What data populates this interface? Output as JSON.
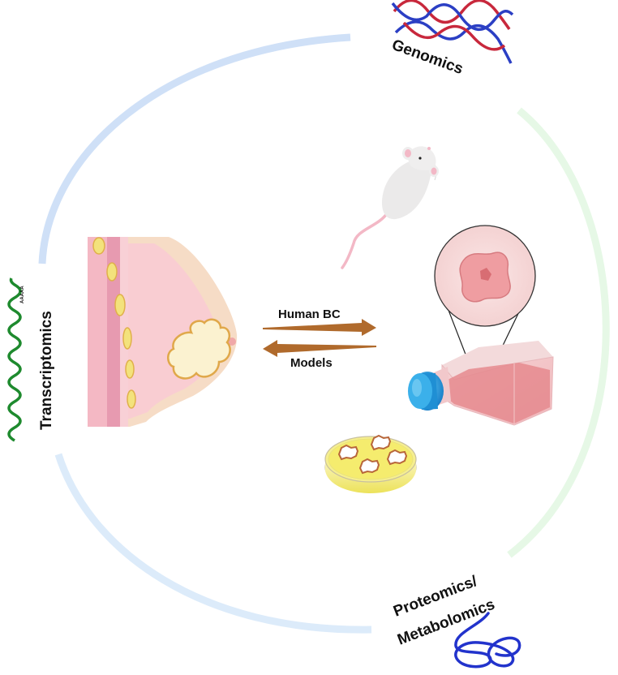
{
  "labels": {
    "genomics": "Genomics",
    "transcriptomics": "Transcriptomics",
    "proteomics_line1": "Proteomics/",
    "proteomics_line2": "Metabolomics",
    "human_bc": "Human BC",
    "models": "Models",
    "poly_a": "AAAAA"
  },
  "colors": {
    "genomics_arc": "#cfe0f7",
    "transcriptomics_arc": "#dcebfa",
    "proteomics_arc": "#e6f8e6",
    "arrow": "#b06a2c",
    "dna_red": "#c8283c",
    "dna_blue": "#2b3fc4",
    "mrna_green": "#1e8a2e",
    "protein_blue": "#2233cc",
    "skin": "#f6dcc6",
    "tissue_pink": "#f4c6cc",
    "tumor_fill": "#fbf2d0",
    "tumor_border": "#e0a84a",
    "flask_liquid": "#e58a8e",
    "cap_blue": "#2aa0e0",
    "dish_yellow": "#f3ea72"
  },
  "icons": [
    "dna-helix-icon",
    "mrna-strand-icon",
    "protein-coil-icon",
    "breast-tissue-icon",
    "tumor-icon",
    "mouse-icon",
    "culture-flask-icon",
    "petri-dish-icon",
    "organoid-magnified-icon"
  ]
}
